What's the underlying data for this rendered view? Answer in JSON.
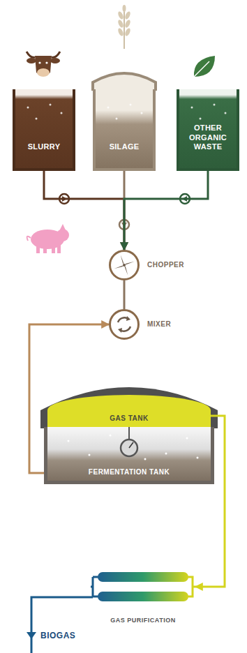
{
  "diagram": {
    "nodes": [
      {
        "text": [
          "SLURRY"
        ]
      },
      {
        "text": [
          "SILAGE"
        ]
      },
      {
        "text": [
          "OTHER ORGANIC WASTE"
        ]
      },
      {
        "text": [
          "CHOPPER"
        ]
      },
      {
        "text": [
          "MIXER"
        ]
      },
      {
        "text": [
          "GAS TANK"
        ]
      },
      {
        "text": [
          "FERMENTATION TANK"
        ]
      },
      {
        "text": [
          "GAS PURIFICATION"
        ]
      }
    ],
    "edges": [
      {
        "from": 0,
        "to": 3,
        "arrow": "to"
      },
      {
        "from": 1,
        "to": 3,
        "arrow": "to"
      },
      {
        "from": 2,
        "to": 3,
        "arrow": "to"
      },
      {
        "from": 3,
        "to": 4,
        "arrow": "none"
      },
      {
        "from": 6,
        "to": 4,
        "arrow": "to"
      },
      {
        "from": 5,
        "to": 7,
        "arrow": "to"
      }
    ],
    "labels": [
      "BIOGAS"
    ]
  }
}
